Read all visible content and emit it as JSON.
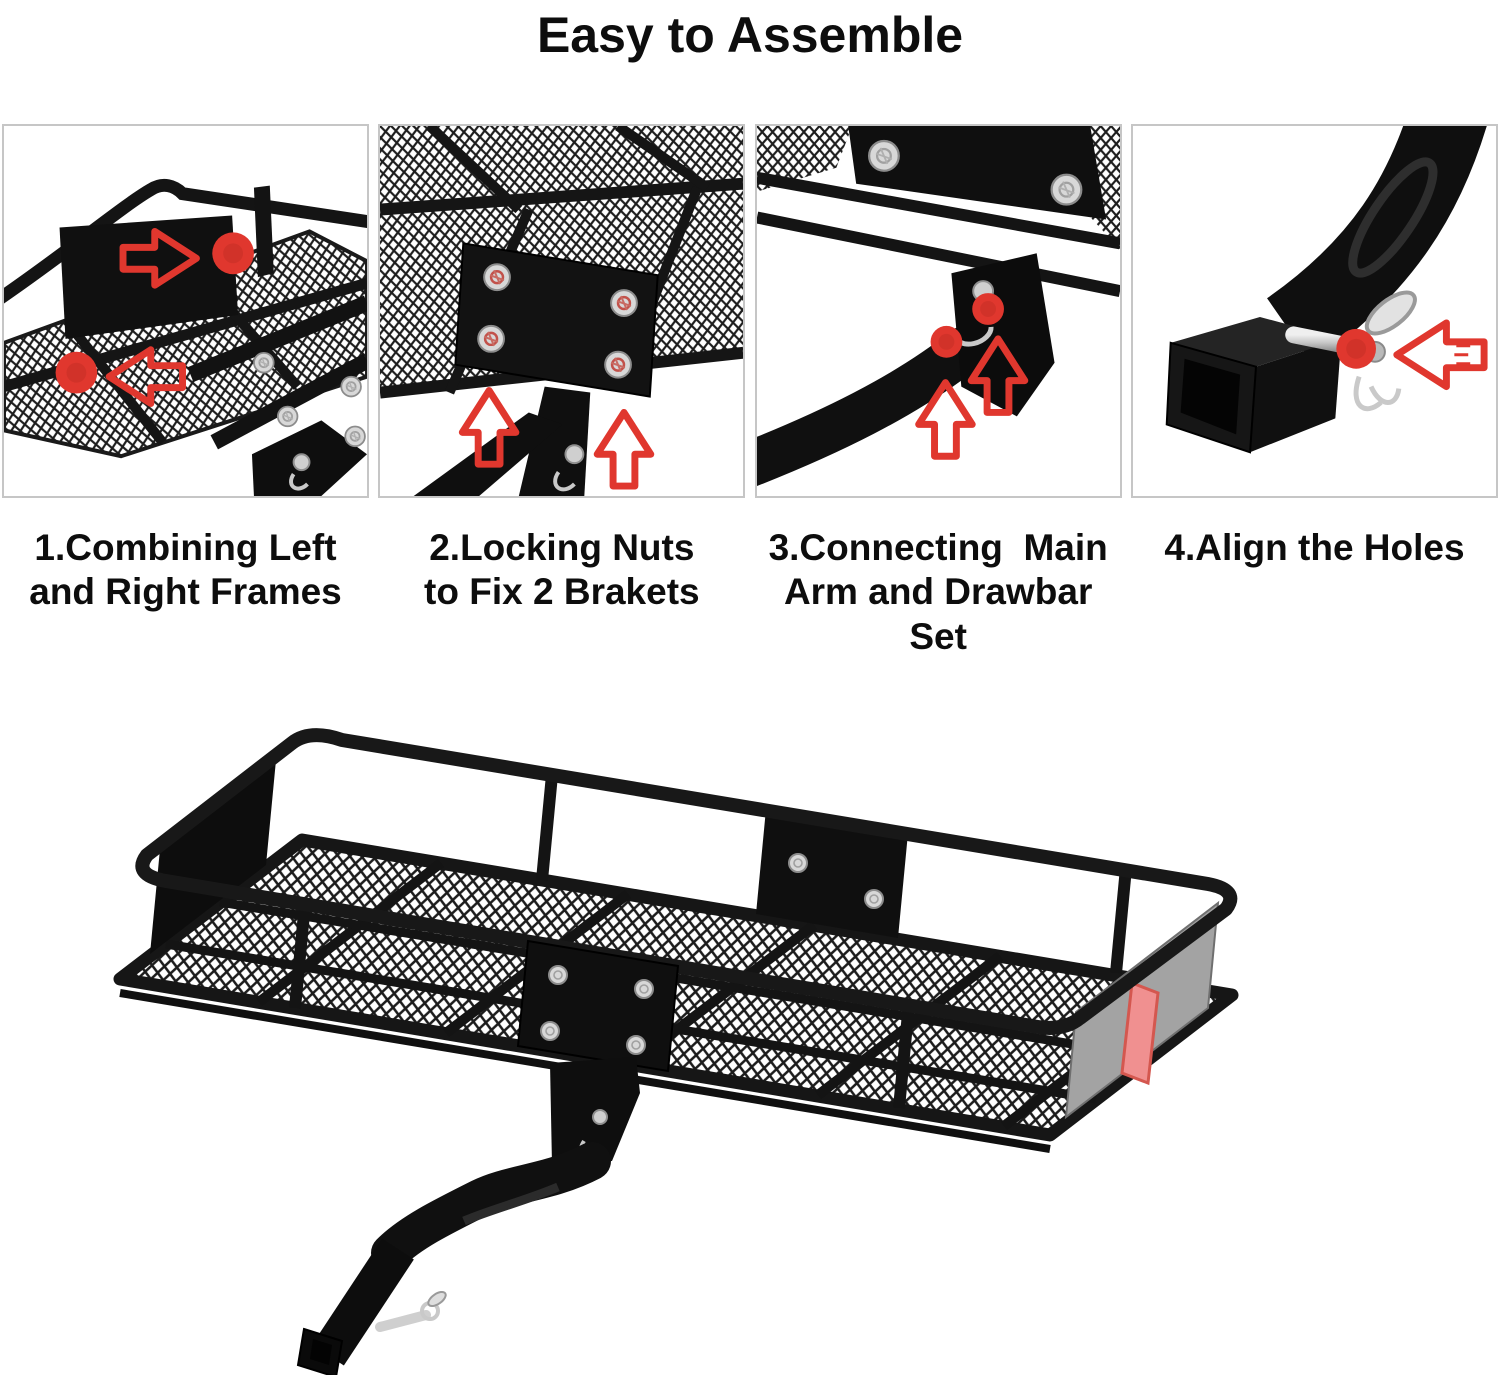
{
  "title": "Easy to Assemble",
  "steps": [
    {
      "number": "1",
      "caption_line1": "1.Combining Left",
      "caption_line2": "and Right Frames",
      "markers": [
        "red-arrow-right-icon",
        "red-dot",
        "red-arrow-left-icon",
        "red-dot"
      ]
    },
    {
      "number": "2",
      "caption_line1": "2.Locking Nuts",
      "caption_line2": "to Fix 2 Brakets",
      "markers": [
        "red-arrow-up-icon",
        "red-arrow-up-icon",
        "highlighted-locking-nuts"
      ]
    },
    {
      "number": "3",
      "caption_line1": "3.Connecting  Main",
      "caption_line2": "Arm and Drawbar Set",
      "markers": [
        "red-dot",
        "red-dot",
        "red-arrow-up-icon",
        "red-arrow-up-icon"
      ]
    },
    {
      "number": "4",
      "caption_line1": "4.Align the Holes",
      "caption_line2": "",
      "markers": [
        "red-dot",
        "red-arrow-left-icon",
        "hitch-pin-with-clip"
      ]
    }
  ],
  "figure": {
    "markers": [
      "red-reflector",
      "hitch-pin-with-clip"
    ]
  },
  "colors": {
    "highlight_red": "#e0372e",
    "steel_black": "#141414",
    "metal_silver": "#d8d8d8",
    "reflector_pink": "#f09090",
    "panel_border_gray": "#c6c6c6",
    "text_black": "#0d0d0d",
    "background": "#ffffff"
  }
}
